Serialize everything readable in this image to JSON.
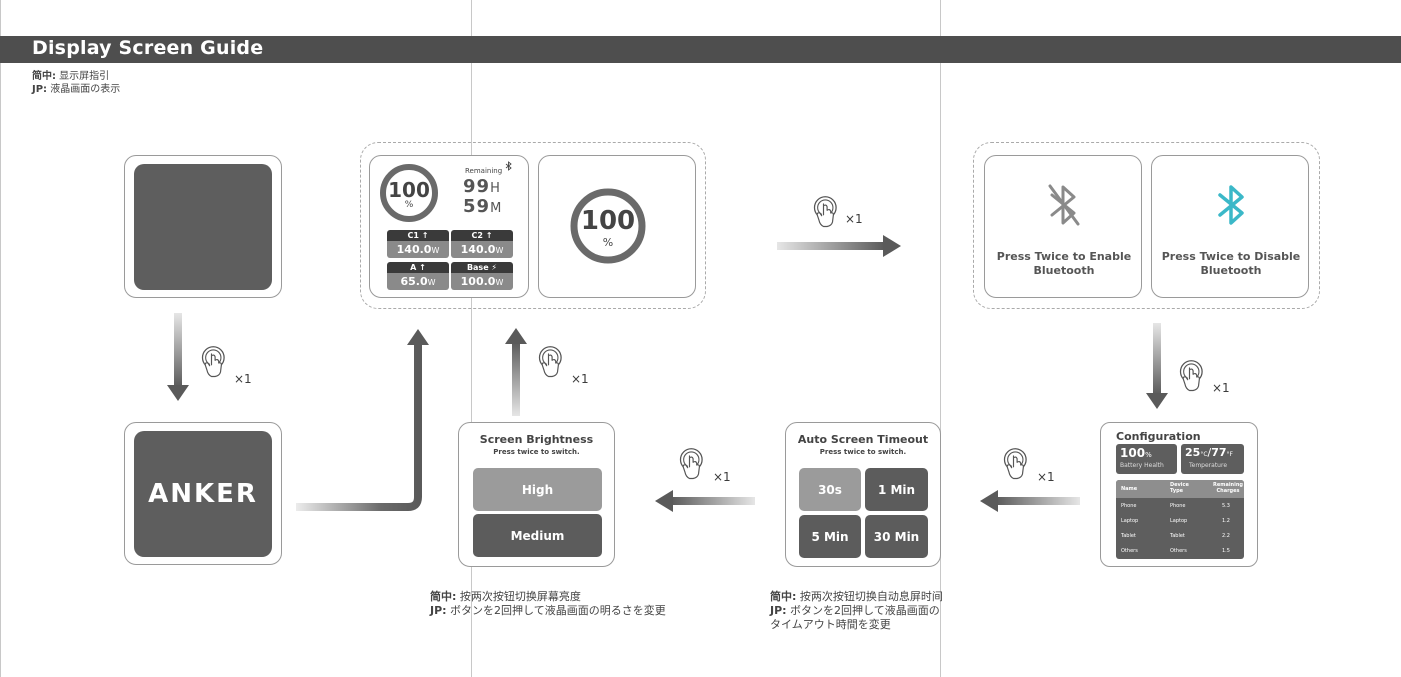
{
  "header": {
    "title": "Display Screen Guide"
  },
  "subtitle": {
    "cn_label": "简中:",
    "cn_text": " 显示屏指引",
    "jp_label": "JP:",
    "jp_text": " 液晶画面の表示"
  },
  "brand": {
    "logo": "ANKER"
  },
  "tap": {
    "count": "×1"
  },
  "main_screen": {
    "percent": "100",
    "percent_unit": "%",
    "remaining_label": "Remaining",
    "hours": "99",
    "hours_unit": "H",
    "minutes": "59",
    "minutes_unit": "M",
    "ports": [
      {
        "name": "C1",
        "arrow": "↑",
        "value": "140.0",
        "unit": "W"
      },
      {
        "name": "C2",
        "arrow": "↑",
        "value": "140.0",
        "unit": "W"
      },
      {
        "name": "A",
        "arrow": "↑",
        "value": "65.0",
        "unit": "W"
      },
      {
        "name": "Base",
        "arrow": "⚡",
        "value": "100.0",
        "unit": "W"
      }
    ]
  },
  "big_ring": {
    "percent": "100",
    "unit": "%"
  },
  "bluetooth": {
    "enable_label": "Press Twice to Enable Bluetooth",
    "disable_label": "Press Twice to Disable Bluetooth",
    "off_color": "#8a8a8a",
    "on_color": "#3bb8c8"
  },
  "brightness": {
    "title": "Screen Brightness",
    "hint": "Press twice to switch.",
    "options": [
      "High",
      "Medium"
    ]
  },
  "timeout": {
    "title": "Auto Screen Timeout",
    "hint": "Press twice to switch.",
    "options": [
      "30s",
      "1 Min",
      "5 Min",
      "30 Min"
    ]
  },
  "configuration": {
    "title": "Configuration",
    "health_value": "100",
    "health_unit": "%",
    "health_label": "Battery Health",
    "temp_c": "25",
    "temp_c_unit": "°C",
    "temp_sep": "/",
    "temp_f": "77",
    "temp_f_unit": "°F",
    "temp_label": "Temperature",
    "columns": [
      "Name",
      "Device Type",
      "Remaining Charges"
    ],
    "rows": [
      [
        "Phone",
        "Phone",
        "5.3"
      ],
      [
        "Laptop",
        "Laptop",
        "1.2"
      ],
      [
        "Tablet",
        "Tablet",
        "2.2"
      ],
      [
        "Others",
        "Others",
        "1.5"
      ]
    ]
  },
  "notes": {
    "brightness_cn_label": "简中:",
    "brightness_cn": " 按两次按钮切换屏幕亮度",
    "brightness_jp_label": "JP:",
    "brightness_jp": " ボタンを2回押して液晶画面の明るさを変更",
    "timeout_cn_label": "简中:",
    "timeout_cn": " 按两次按钮切换自动息屏时间",
    "timeout_jp_label": "JP:",
    "timeout_jp_1": " ボタンを2回押して液晶画面の",
    "timeout_jp_2": "タイムアウト時間を変更"
  }
}
